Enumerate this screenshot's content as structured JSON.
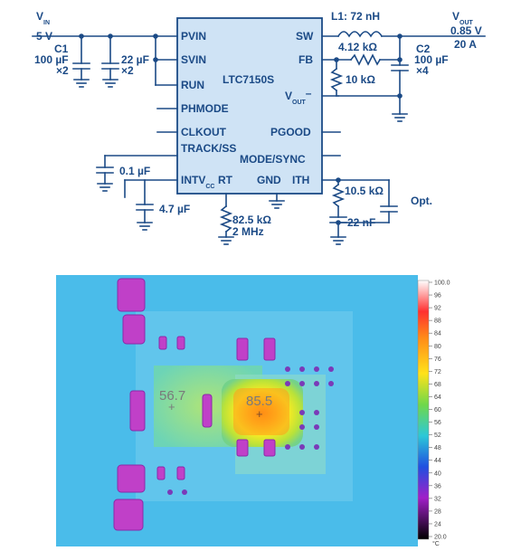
{
  "schematic": {
    "ic_name": "LTC7150S",
    "left_pins": [
      "PVIN",
      "SVIN",
      "RUN",
      "PHMODE",
      "CLKOUT",
      "TRACK/SS"
    ],
    "intv_main": "INTV",
    "intv_sub": "CC",
    "rt_pin": "RT",
    "gnd_pin": "GND",
    "ith_pin": "ITH",
    "sw_pin": "SW",
    "fb_pin": "FB",
    "vout_minus_main": "V",
    "vout_minus_sub": "OUT",
    "vout_minus_sign": "–",
    "pgood_pin": "PGOOD",
    "mode_pin": "MODE/SYNC",
    "vin_main": "V",
    "vin_sub": "IN",
    "vin_value": "5 V",
    "c1_name": "C1",
    "c1_value": "100 µF",
    "c1_qty": "×2",
    "c22_value": "22 µF",
    "c22_qty": "×2",
    "l1": "L1: 72 nH",
    "r_fb_top": "4.12 kΩ",
    "r_fb_bot": "10 kΩ",
    "vout_main": "V",
    "vout_sub": "OUT",
    "vout_value": "0.85 V",
    "vout_current": "20 A",
    "c2_name": "C2",
    "c2_value": "100 µF",
    "c2_qty": "×4",
    "c_ss": "0.1 µF",
    "c_intv": "4.7 µF",
    "r_rt": "82.5 kΩ",
    "f_sw": "2 MHz",
    "r_ith": "10.5 kΩ",
    "c_ith": "22 nF",
    "c_opt": "Opt."
  },
  "thermal": {
    "spot1": "56.7",
    "spot2": "85.5",
    "scale_ticks": [
      "100.0",
      "96",
      "92",
      "88",
      "84",
      "80",
      "76",
      "72",
      "68",
      "64",
      "60",
      "56",
      "52",
      "48",
      "44",
      "40",
      "36",
      "32",
      "28",
      "24",
      "20.0"
    ],
    "unit": "°C",
    "colors": {
      "background": "#3fb8e8",
      "hot_center": "#ff8a1a",
      "hot_ring": "#f2e822",
      "pad": "#c040c8"
    }
  }
}
